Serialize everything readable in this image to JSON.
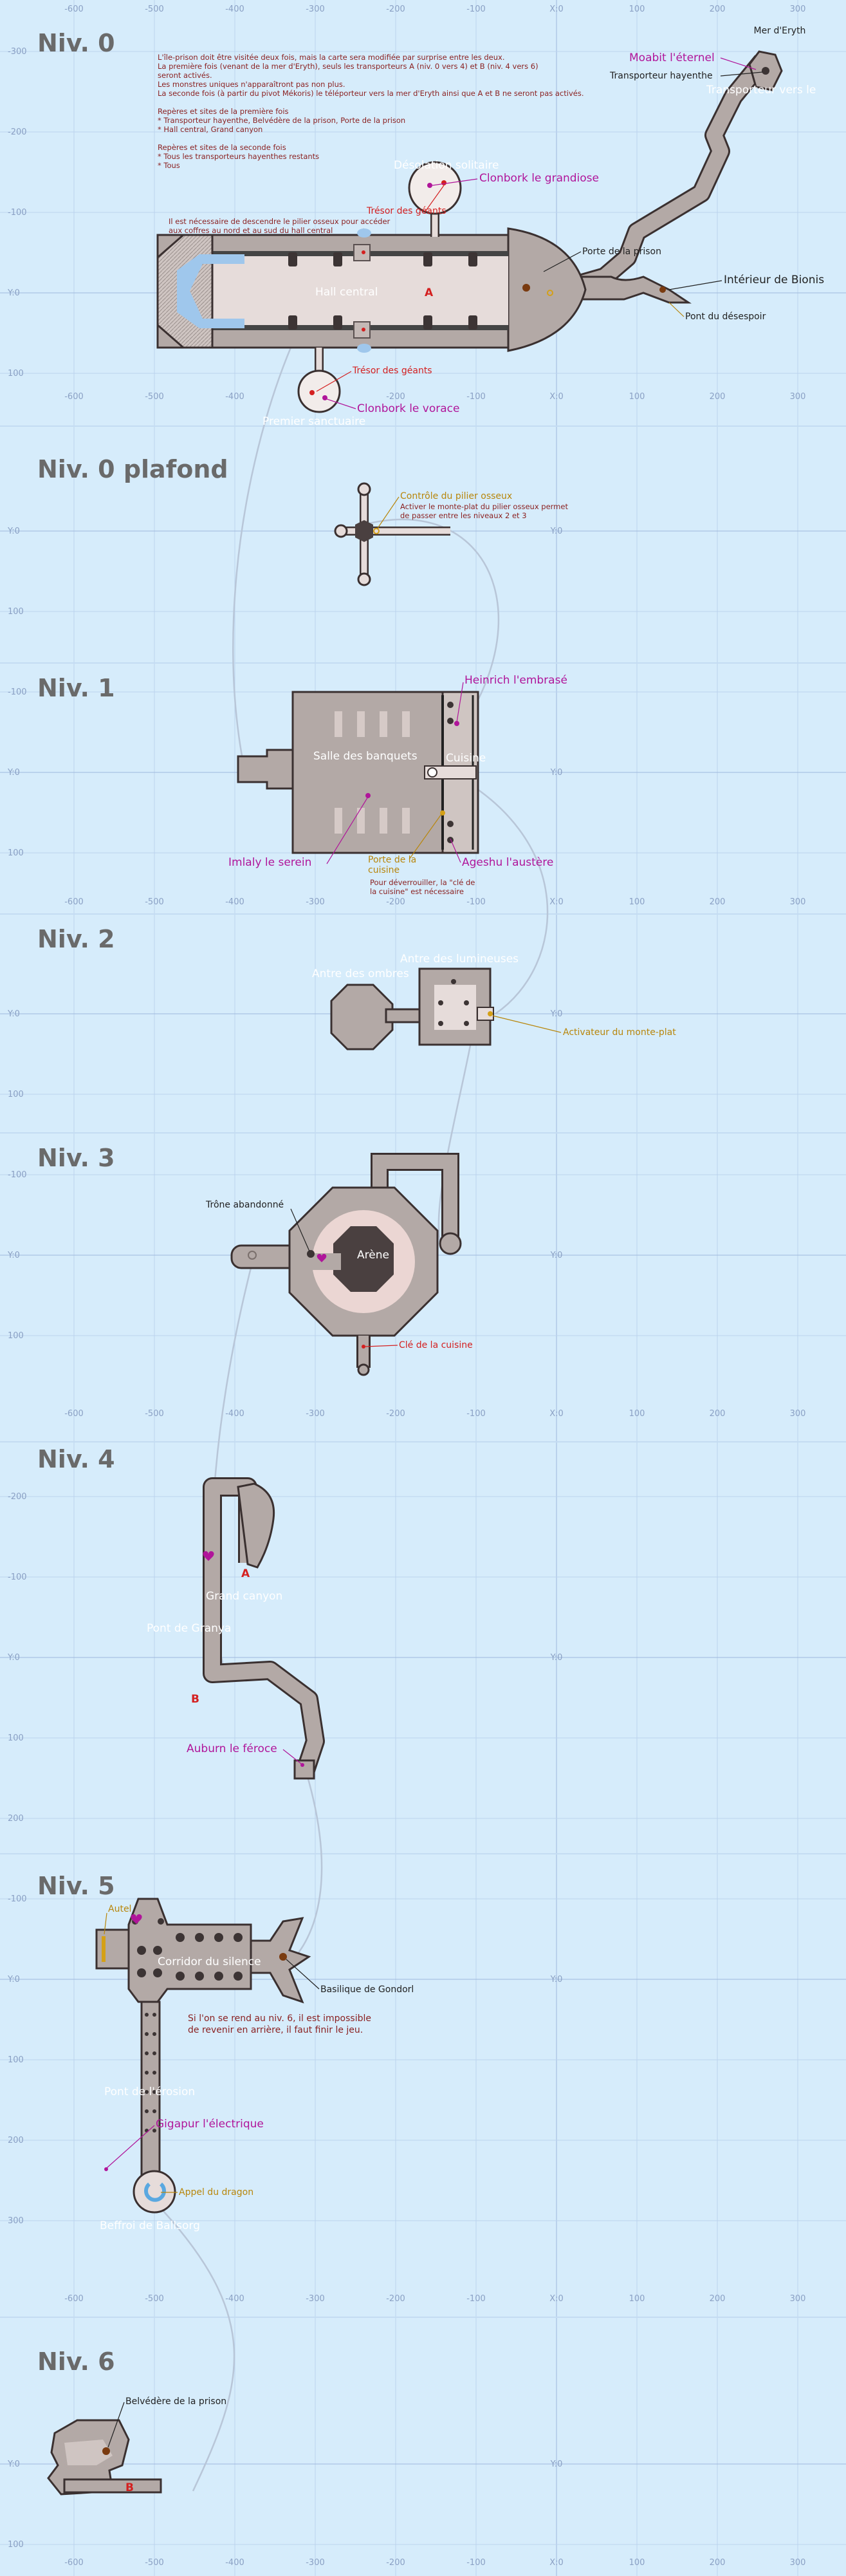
{
  "sections": [
    {
      "title": "Niv. 0"
    },
    {
      "title": "Niv. 0 plafond"
    },
    {
      "title": "Niv. 1"
    },
    {
      "title": "Niv. 2"
    },
    {
      "title": "Niv. 3"
    },
    {
      "title": "Niv. 4"
    },
    {
      "title": "Niv. 5"
    },
    {
      "title": "Niv. 6"
    }
  ],
  "axis": {
    "x_ticks": [
      "-600",
      "-500",
      "-400",
      "-300",
      "-200",
      "-100",
      "X:0",
      "100",
      "200",
      "300"
    ],
    "y_label": "Y:0"
  },
  "niv0": {
    "notes": [
      "L'île-prison doit être visitée deux fois, mais la carte sera modifiée par surprise entre les deux.",
      "La première fois (venant de la mer d'Eryth), seuls les transporteurs A (niv. 0 vers 4) et B (niv. 4 vers 6)",
      "seront activés.",
      "Les monstres uniques n'apparaîtront pas non plus.",
      "La seconde fois (à partir du pivot Mékoris) le téléporteur vers la mer d'Eryth ainsi que A et B ne seront pas activés.",
      "",
      "Repères et sites de la première fois",
      " * Transporteur hayenthe, Belvédère de la prison, Porte de la prison",
      " * Hall central, Grand canyon",
      "",
      "Repères et sites de la seconde fois",
      " * Tous les transporteurs hayenthes restants",
      " * Tous"
    ],
    "mer": "Mer d'Eryth",
    "moabit": "Moabit l'éternel",
    "transporteur": "Transporteur hayenthe",
    "transporteur_ghost": "Transporteur vers le",
    "desolation": "Désolation solitaire",
    "clonbork_g": "Clonbork le grandiose",
    "tresor_n": "Trésor des géants",
    "pilier_note_1": "Il est nécessaire de descendre le pilier osseux pour accéder",
    "pilier_note_2": "aux coffres au nord et au sud du hall central",
    "hall": "Hall central",
    "marker_a": "A",
    "porte": "Porte de la prison",
    "bionis": "Intérieur de Bionis",
    "pont": "Pont du désespoir",
    "tresor_s": "Trésor des géants",
    "clonbork_v": "Clonbork le vorace",
    "premier": "Premier sanctuaire"
  },
  "niv0p": {
    "controle": "Contrôle du pilier osseux",
    "note1": "Activer le monte-plat du pilier osseux permet",
    "note2": "de passer entre les niveaux 2 et 3"
  },
  "niv1": {
    "heinrich": "Heinrich l'embrasé",
    "salle": "Salle des banquets",
    "cuisine": "Cuisine",
    "imlaly": "Imlaly le serein",
    "porte_c1": "Porte de la",
    "porte_c2": "cuisine",
    "dev1": "Pour déverrouiller, la \"clé de",
    "dev2": "la cuisine\" est nécessaire",
    "ageshu": "Ageshu l'austère"
  },
  "niv2": {
    "antre_a": "Antre des lumineuses",
    "antre_b": "Antre des ombres",
    "activateur": "Activateur du monte-plat"
  },
  "niv3": {
    "trone": "Trône abandonné",
    "arene": "Arène",
    "cle": "Clé de la cuisine"
  },
  "niv4": {
    "canyon": "Grand canyon",
    "pont_g": "Pont de Granya",
    "marker_a": "A",
    "marker_b": "B",
    "auburn": "Auburn le féroce"
  },
  "niv5": {
    "autel": "Autel",
    "corridor": "Corridor du silence",
    "basilique": "Basilique de Gondorl",
    "warn1": "Si l'on se rend au niv. 6, il est impossible",
    "warn2": "de revenir en arrière, il faut finir le jeu.",
    "pont_r": "Pont de l'érosion",
    "gigapur": "Gigapur l'électrique",
    "appel": "Appel du dragon",
    "beffroi": "Beffroi de Ballsorg"
  },
  "niv6": {
    "belvedere": "Belvédère de la prison",
    "marker_b": "B"
  },
  "colors": {
    "background": "#d6ecfb",
    "grid": "#b4cfec",
    "unique_monster": "#b0159a",
    "treasure": "#d42020",
    "mechanism": "#b8860b",
    "note": "#8a1f1f",
    "landmark": "#222222",
    "site": "#ffffff"
  }
}
